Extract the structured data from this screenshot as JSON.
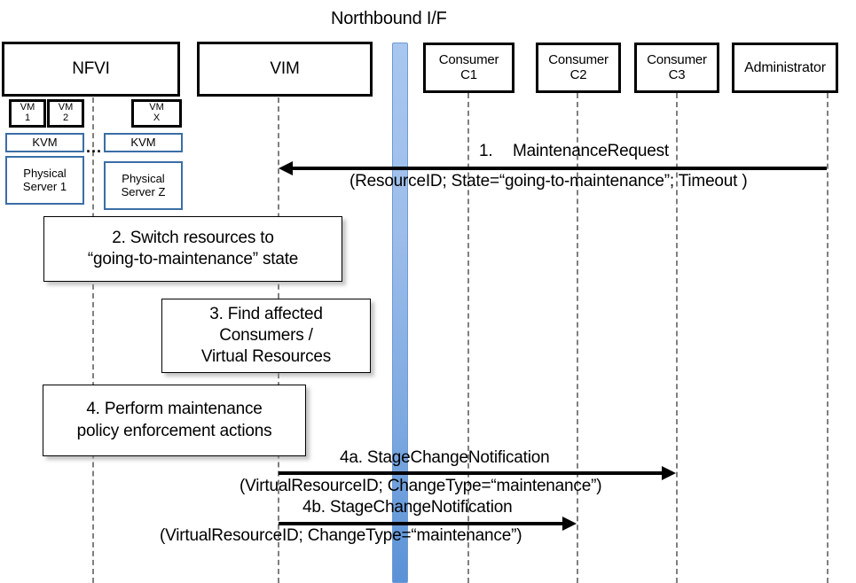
{
  "diagram": {
    "title": "Northbound I/F",
    "type": "uml-sequence-diagram"
  },
  "actors": [
    {
      "id": "nfvi",
      "label": "NFVI"
    },
    {
      "id": "vim",
      "label": "VIM"
    },
    {
      "id": "c1",
      "label": "Consumer\nC1",
      "line1": "Consumer",
      "line2": "C1"
    },
    {
      "id": "c2",
      "label": "Consumer\nC2",
      "line1": "Consumer",
      "line2": "C2"
    },
    {
      "id": "c3",
      "label": "Consumer\nC3",
      "line1": "Consumer",
      "line2": "C3"
    },
    {
      "id": "admin",
      "label": "Administrator"
    }
  ],
  "nfvi_internals": {
    "vms": [
      {
        "line1": "VM",
        "line2": "1"
      },
      {
        "line1": "VM",
        "line2": "2"
      },
      {
        "line1": "VM",
        "line2": "X"
      }
    ],
    "hypervisors": [
      {
        "label": "KVM"
      },
      {
        "label": "KVM"
      }
    ],
    "servers": [
      {
        "line1": "Physical",
        "line2": "Server 1"
      },
      {
        "line1": "Physical",
        "line2": "Server Z"
      }
    ],
    "ellipsis": "..."
  },
  "messages": [
    {
      "id": "m1",
      "number": "1.",
      "name": "MaintenanceRequest",
      "params": "(ResourceID; State=“going-to-maintenance”; Timeout )",
      "from": "admin",
      "to": "vim",
      "direction": "left"
    },
    {
      "id": "m4a",
      "number": "4a.",
      "name": "StageChangeNotification",
      "label": "4a. StageChangeNotification",
      "params": "(VirtualResourceID; ChangeType=“maintenance”)",
      "from": "vim",
      "to": "c3",
      "direction": "right"
    },
    {
      "id": "m4b",
      "number": "4b.",
      "name": "StageChangeNotification",
      "label": "4b. StageChangeNotification",
      "params": "(VirtualResourceID; ChangeType=“maintenance”)",
      "from": "vim",
      "to": "c2",
      "direction": "right"
    }
  ],
  "process_steps": [
    {
      "id": "step2",
      "line1": "2. Switch resources to",
      "line2": "“going-to-maintenance” state"
    },
    {
      "id": "step3",
      "line1": "3. Find affected",
      "line2": "Consumers /",
      "line3": "Virtual Resources"
    },
    {
      "id": "step4",
      "line1": "4. Perform maintenance",
      "line2": "policy enforcement actions"
    }
  ],
  "colors": {
    "interface_bar_top": "#a9c6ef",
    "interface_bar_bottom": "#5b92d6",
    "box_border": "#000000",
    "inner_box_border": "#3a6ea5",
    "lifeline": "#808080"
  },
  "msg1_text": {
    "number": "1.",
    "name": "MaintenanceRequest",
    "params": "(ResourceID; State=“going-to-maintenance”; Timeout )"
  }
}
